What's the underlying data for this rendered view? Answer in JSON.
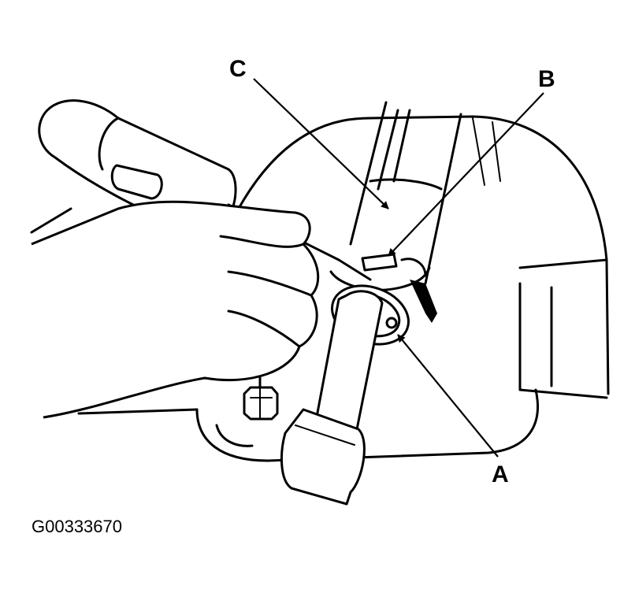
{
  "callouts": {
    "a": "A",
    "b": "B",
    "c": "C"
  },
  "figure_id": "G00333670"
}
